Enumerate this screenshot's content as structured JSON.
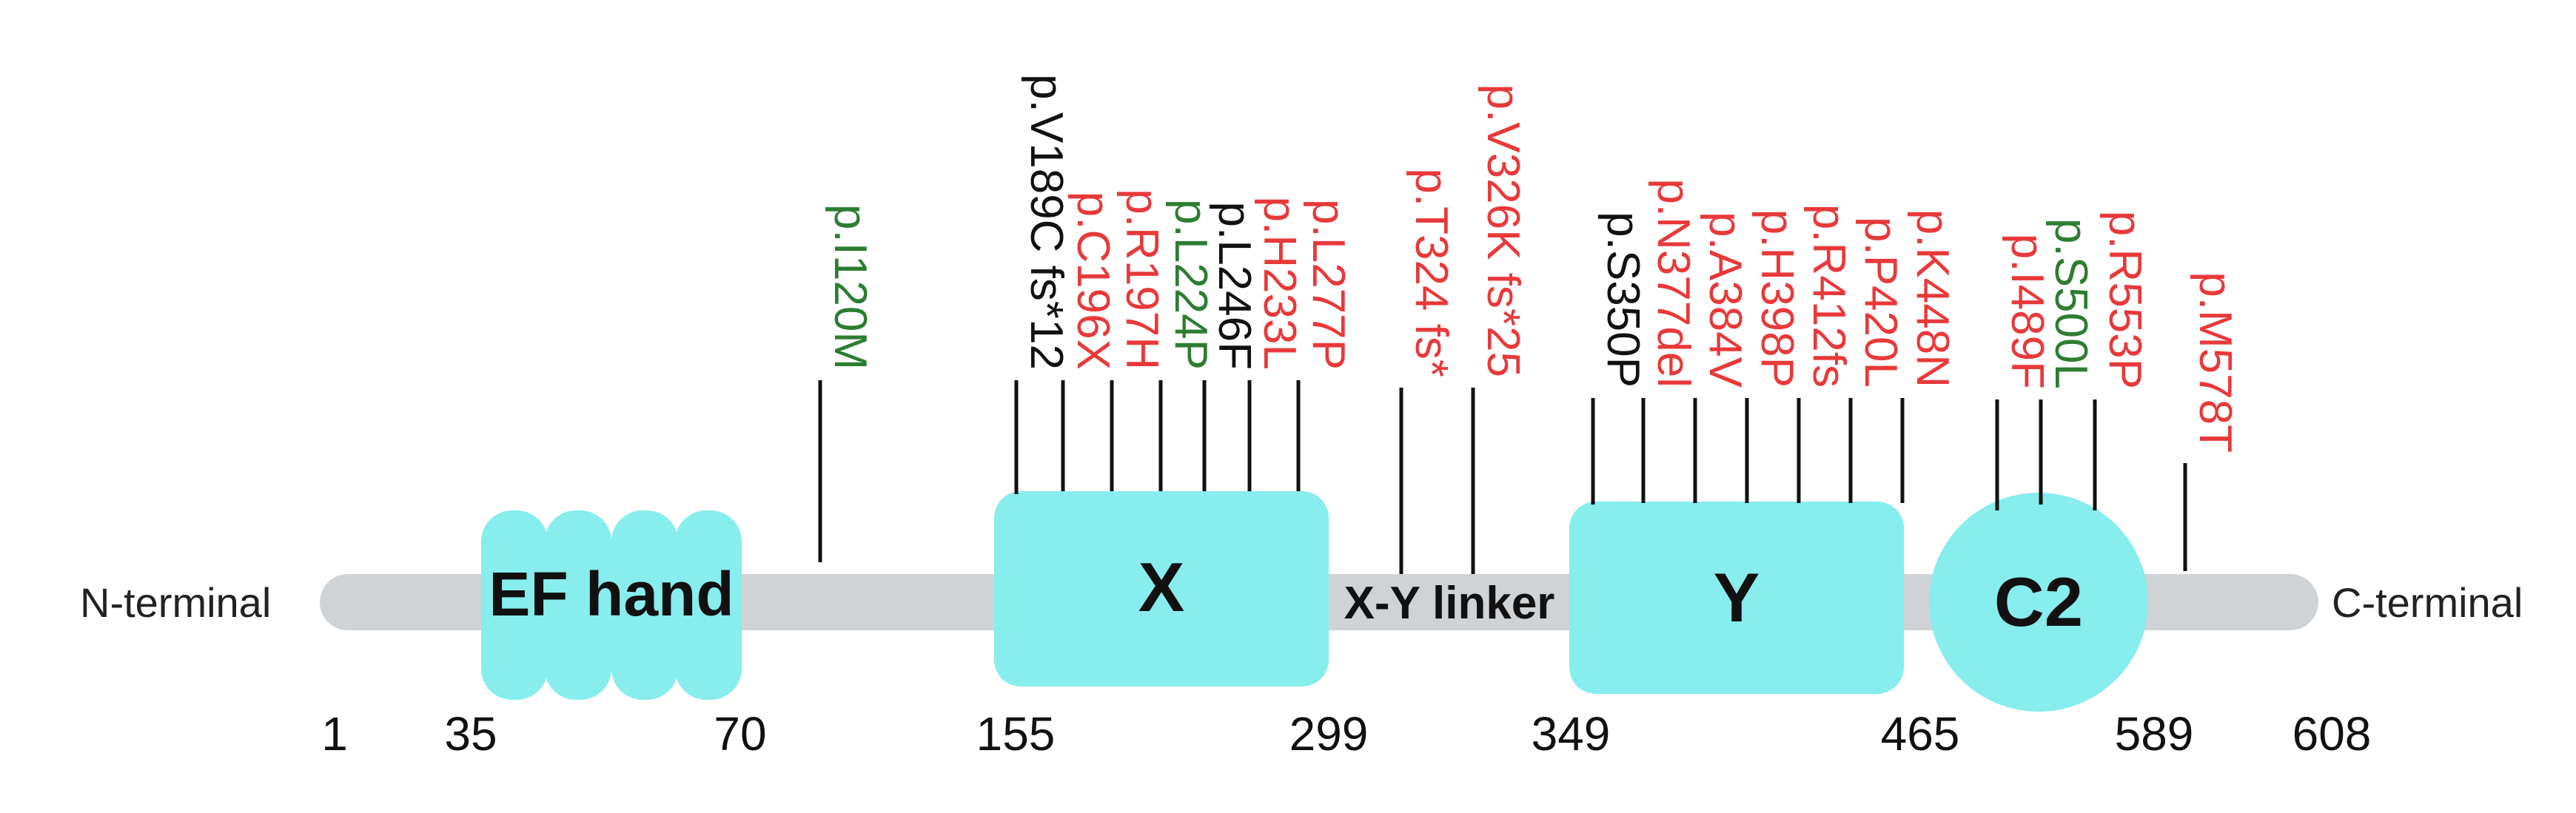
{
  "protein": {
    "n_terminal": "N-terminal",
    "c_terminal": "C-terminal",
    "length": 608
  },
  "colors": {
    "backbone": "#cfd3d6",
    "domain": "#87eded",
    "pathogenic": "#e8393a",
    "benign": "#2e7d32",
    "uncertain": "#111111"
  },
  "domains": [
    {
      "id": "ef-hand",
      "label": "EF hand",
      "start": 35,
      "end": 70
    },
    {
      "id": "x",
      "label": "X",
      "start": 155,
      "end": 299
    },
    {
      "id": "xy-linker",
      "label": "X-Y linker",
      "start": 299,
      "end": 349
    },
    {
      "id": "y",
      "label": "Y",
      "start": 349,
      "end": 465
    },
    {
      "id": "c2",
      "label": "C2",
      "start": 465,
      "end": 589
    }
  ],
  "positions": [
    "1",
    "35",
    "70",
    "155",
    "299",
    "349",
    "465",
    "589",
    "608"
  ],
  "variants": [
    {
      "label": "p.I120M",
      "class": "benign"
    },
    {
      "label": "p.V189C fs*12",
      "class": "uncertain"
    },
    {
      "label": "p.C196X",
      "class": "pathogenic"
    },
    {
      "label": "p.R197H",
      "class": "pathogenic"
    },
    {
      "label": "p.L224P",
      "class": "benign"
    },
    {
      "label": "p.L246F",
      "class": "uncertain"
    },
    {
      "label": "p.H233L",
      "class": "pathogenic"
    },
    {
      "label": "p.L277P",
      "class": "pathogenic"
    },
    {
      "label": "p.T324 fs*",
      "class": "pathogenic"
    },
    {
      "label": "p.V326K fs*25",
      "class": "pathogenic"
    },
    {
      "label": "p.S350P",
      "class": "uncertain"
    },
    {
      "label": "p.N377del",
      "class": "pathogenic"
    },
    {
      "label": "p.A384V",
      "class": "pathogenic"
    },
    {
      "label": "p.H398P",
      "class": "pathogenic"
    },
    {
      "label": "p.R412fs",
      "class": "pathogenic"
    },
    {
      "label": "p.P420L",
      "class": "pathogenic"
    },
    {
      "label": "p.K448N",
      "class": "pathogenic"
    },
    {
      "label": "p.I489F",
      "class": "pathogenic"
    },
    {
      "label": "p.S500L",
      "class": "benign"
    },
    {
      "label": "p.R553P",
      "class": "pathogenic"
    },
    {
      "label": "p.M578T",
      "class": "pathogenic"
    }
  ]
}
